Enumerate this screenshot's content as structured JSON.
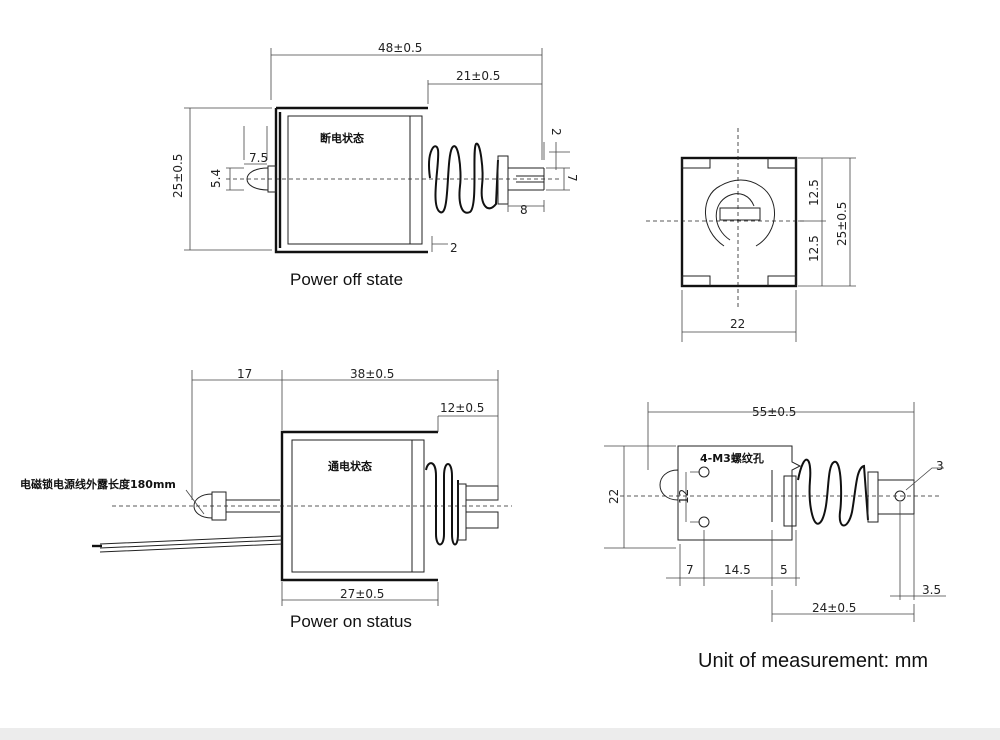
{
  "views": {
    "off": {
      "caption": "Power off state",
      "state_label": "断电状态",
      "dims": [
        "48±0.5",
        "21±0.5",
        "25±0.5",
        "7.5",
        "5.4",
        "2",
        "7",
        "8",
        "2"
      ]
    },
    "end": {
      "dims": [
        "12.5",
        "12.5",
        "25±0.5",
        "22"
      ]
    },
    "on": {
      "caption": "Power on status",
      "state_label": "通电状态",
      "wire_note": "电磁锁电源线外露长度180mm",
      "dims": [
        "17",
        "38±0.5",
        "12±0.5",
        "27±0.5"
      ]
    },
    "bottom": {
      "hole_note": "4-M3螺纹孔",
      "dims": [
        "55±0.5",
        "3",
        "22",
        "12",
        "7",
        "14.5",
        "5",
        "3.5",
        "24±0.5"
      ]
    }
  },
  "unit_note": "Unit of measurement: mm"
}
